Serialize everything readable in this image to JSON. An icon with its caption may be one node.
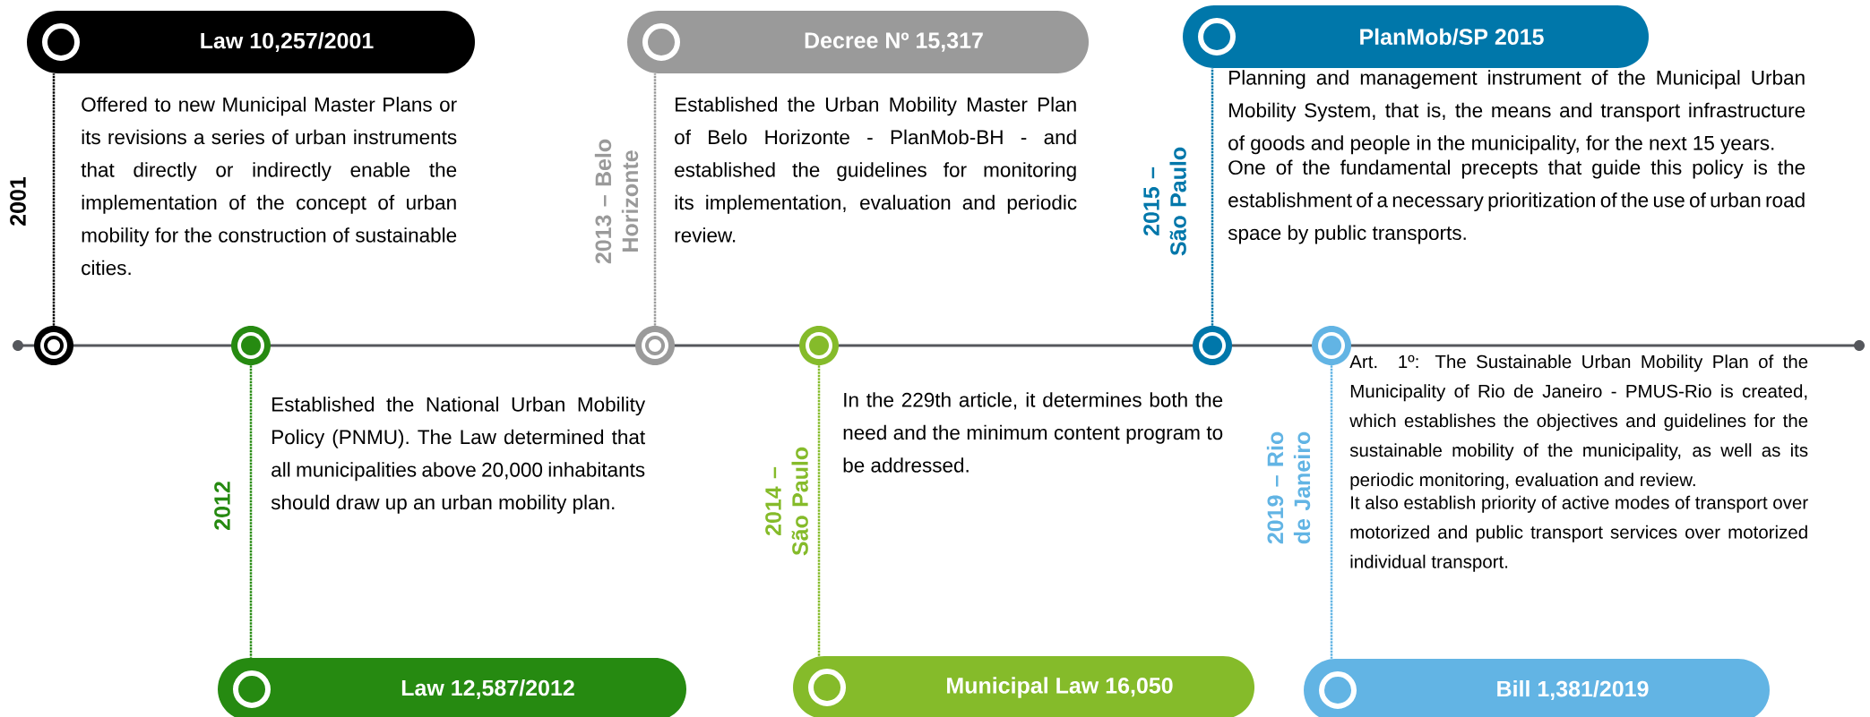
{
  "diagram": {
    "nodes": [
      {
        "text": [
          "Law 10,257/2001"
        ]
      },
      {
        "text": [
          "Law 12,587/2012"
        ]
      },
      {
        "text": [
          "Decree Nº 15,317"
        ]
      },
      {
        "text": [
          "Municipal Law 16,050"
        ]
      },
      {
        "text": [
          "PlanMob/SP 2015"
        ]
      },
      {
        "text": [
          "Bill 1,381/2019"
        ]
      },
      {
        "text": [],
        "shape": "circle"
      },
      {
        "text": [],
        "shape": "circle"
      },
      {
        "text": [],
        "shape": "circle"
      },
      {
        "text": [],
        "shape": "circle"
      },
      {
        "text": [],
        "shape": "circle"
      },
      {
        "text": [],
        "shape": "circle"
      }
    ],
    "edges": [
      {
        "from": 6,
        "to": 0,
        "arrow": "none",
        "style": "dashed",
        "color": "#000000"
      },
      {
        "from": 7,
        "to": 1,
        "arrow": "none",
        "style": "dashed",
        "color": "#268a11"
      },
      {
        "from": 8,
        "to": 2,
        "arrow": "none",
        "style": "dashed",
        "color": "#9a9a9a"
      },
      {
        "from": 9,
        "to": 3,
        "arrow": "none",
        "style": "dashed",
        "color": "#85bb2a"
      },
      {
        "from": 10,
        "to": 4,
        "arrow": "none",
        "style": "dashed",
        "color": "#0077aa"
      },
      {
        "from": 11,
        "to": 5,
        "arrow": "none",
        "style": "dashed",
        "color": "#62b4e4"
      }
    ],
    "labels": [
      "2001",
      "Offered to new Municipal Master Plans or its revisions a series of urban instruments that directly or indirectly enable the implementation of the concept of urban mobility for the construction of sustainable cities.",
      "2013 – Belo Horizonte",
      "Established the Urban Mobility Master Plan of Belo Horizonte - PlanMob-BH - and established the guidelines for monitoring its implementation, evaluation and periodic review.",
      "2015 – São Paulo",
      "Planning and management instrument of the Municipal Urban Mobility System, that is, the means and transport infrastructure of goods and people in the municipality, for the next 15 years.",
      "One of the fundamental precepts that guide this policy is the establishment of a necessary prioritization of the use of urban road space by public transports.",
      "2012",
      "Established the National Urban Mobility Policy (PNMU). The Law determined that all municipalities above 20,000 inhabitants should draw up an urban mobility plan.",
      "2014 – São Paulo",
      "In the 229th article, it determines both the need and the minimum content program to be addressed.",
      "2019 – Rio de Janeiro",
      "Art. 1º: The Sustainable Urban Mobility Plan of the Municipality of Rio de Janeiro - PMUS-Rio is created, which establishes the objectives and guidelines for the sustainable mobility of the municipality, as well as its periodic monitoring, evaluation and review.",
      "It also establish priority of active modes of transport over motorized and public transport services over motorized individual transport."
    ]
  }
}
